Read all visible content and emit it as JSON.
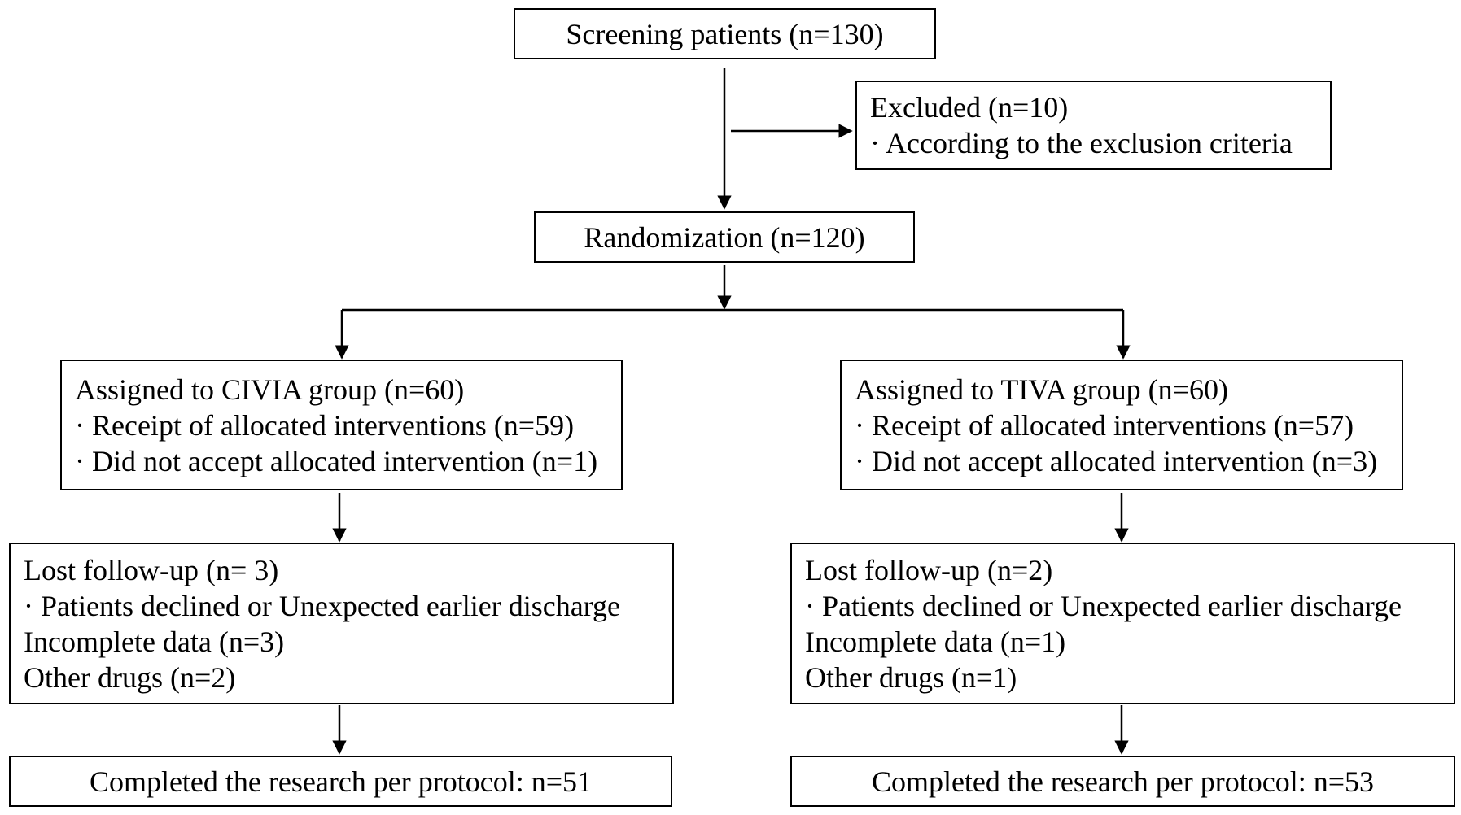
{
  "screening": {
    "label": "Screening patients (n=130)"
  },
  "excluded": {
    "title": "Excluded (n=10)",
    "reason": "· According to the exclusion criteria"
  },
  "randomization": {
    "label": "Randomization (n=120)"
  },
  "civia": {
    "assigned": {
      "title": "Assigned to CIVIA group (n=60)",
      "received": "· Receipt of allocated interventions (n=59)",
      "declined": "· Did not accept allocated intervention (n=1)"
    },
    "followup": {
      "lost": "Lost follow-up (n= 3)",
      "lost_reason": "· Patients declined or Unexpected earlier discharge",
      "incomplete": "Incomplete data (n=3)",
      "other": "Other drugs (n=2)"
    },
    "completed": "Completed the research per protocol: n=51"
  },
  "tiva": {
    "assigned": {
      "title": "Assigned to TIVA group (n=60)",
      "received": "· Receipt of allocated interventions (n=57)",
      "declined": "· Did not accept allocated intervention (n=3)"
    },
    "followup": {
      "lost": "Lost follow-up (n=2)",
      "lost_reason": "· Patients declined or Unexpected earlier discharge",
      "incomplete": "Incomplete data (n=1)",
      "other": "Other drugs (n=1)"
    },
    "completed": "Completed the research per protocol: n=53"
  }
}
